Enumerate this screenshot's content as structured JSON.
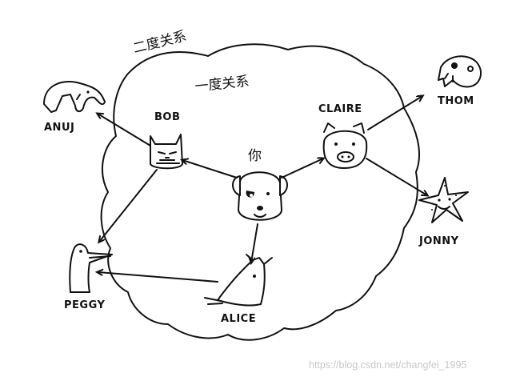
{
  "diagram": {
    "labels": {
      "second_degree": "二度关系",
      "first_degree": "一度关系",
      "center": "你",
      "bob": "BOB",
      "claire": "CLAIRE",
      "alice": "ALICE",
      "anuj": "ANUJ",
      "peggy": "PEGGY",
      "thom": "THOM",
      "jonny": "JONNY"
    },
    "watermark": "https://blog.csdn.net/changfei_1995"
  }
}
